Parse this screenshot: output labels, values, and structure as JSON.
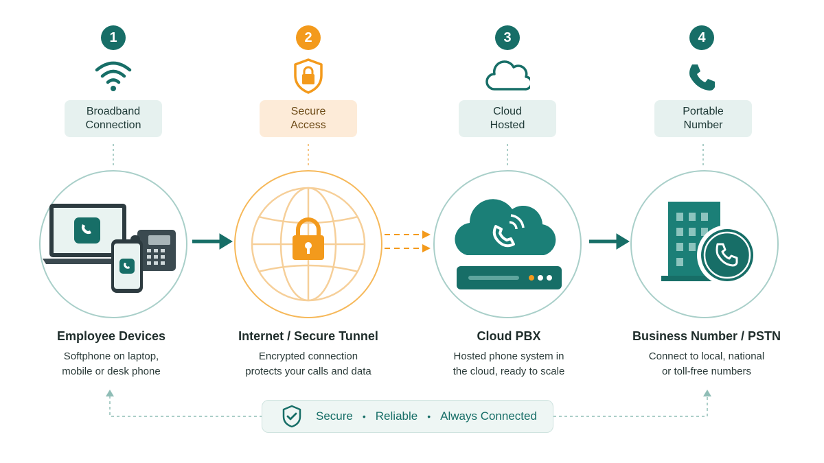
{
  "colors": {
    "teal": "#176e67",
    "orange": "#f39a1c"
  },
  "steps": [
    {
      "number": "1",
      "label": "Broadband\nConnection",
      "icon": "wifi-icon",
      "title": "Employee Devices",
      "desc": "Softphone on laptop,\nmobile or desk phone"
    },
    {
      "number": "2",
      "label": "Secure\nAccess",
      "icon": "shield-lock-icon",
      "title": "Internet / Secure Tunnel",
      "desc": "Encrypted connection\nprotects your calls and data"
    },
    {
      "number": "3",
      "label": "Cloud\nHosted",
      "icon": "cloud-icon",
      "title": "Cloud PBX",
      "desc": "Hosted phone system in\nthe cloud, ready to scale"
    },
    {
      "number": "4",
      "label": "Portable\nNumber",
      "icon": "phone-icon",
      "title": "Business Number / PSTN",
      "desc": "Connect to local, national\nor toll-free numbers"
    }
  ],
  "footer": {
    "items": [
      "Secure",
      "Reliable",
      "Always Connected"
    ]
  }
}
